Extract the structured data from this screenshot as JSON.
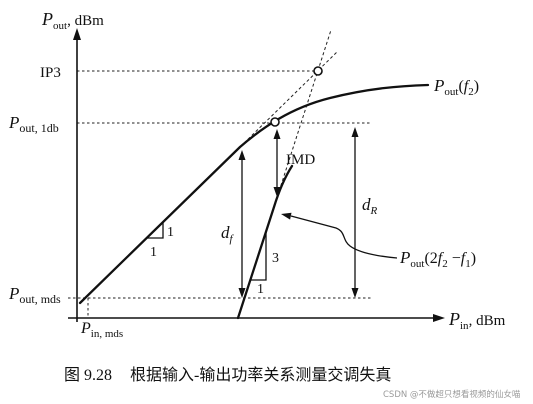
{
  "axes": {
    "y_label": {
      "symbol": "P",
      "sub": "out",
      "unit": ", dBm"
    },
    "x_label": {
      "symbol": "P",
      "sub": "in",
      "unit": ", dBm"
    }
  },
  "levels": {
    "ip3": "IP3",
    "p_out_1db": {
      "symbol": "P",
      "sub": "out, 1db"
    },
    "p_out_mds": {
      "symbol": "P",
      "sub": "out, mds"
    },
    "p_in_mds": {
      "symbol": "P",
      "sub": "in, mds"
    }
  },
  "curves": {
    "fundamental": {
      "symbol": "P",
      "sub": "out",
      "open": "(",
      "arg": "f",
      "arg_sub": "2",
      "close": ")",
      "slope_rise": "1",
      "slope_run": "1"
    },
    "intermod": {
      "symbol": "P",
      "sub": "out",
      "open": "(2",
      "arg1": "f",
      "arg1_sub": "2",
      "minus": " −",
      "arg2": "f",
      "arg2_sub": "1",
      "close": ")",
      "slope_rise": "3",
      "slope_run": "1"
    }
  },
  "annotations": {
    "d_f": {
      "symbol": "d",
      "sub": "f"
    },
    "imd": "IMD",
    "d_R": {
      "symbol": "d",
      "sub": "R"
    }
  },
  "caption": {
    "number": "图 9.28",
    "text": "根据输入-输出功率关系测量交调失真"
  },
  "watermark": "CSDN @不做超只想看视频的仙女喵",
  "colors": {
    "ink": "#111111",
    "background": "#ffffff",
    "watermark": "#9a9a9a"
  }
}
